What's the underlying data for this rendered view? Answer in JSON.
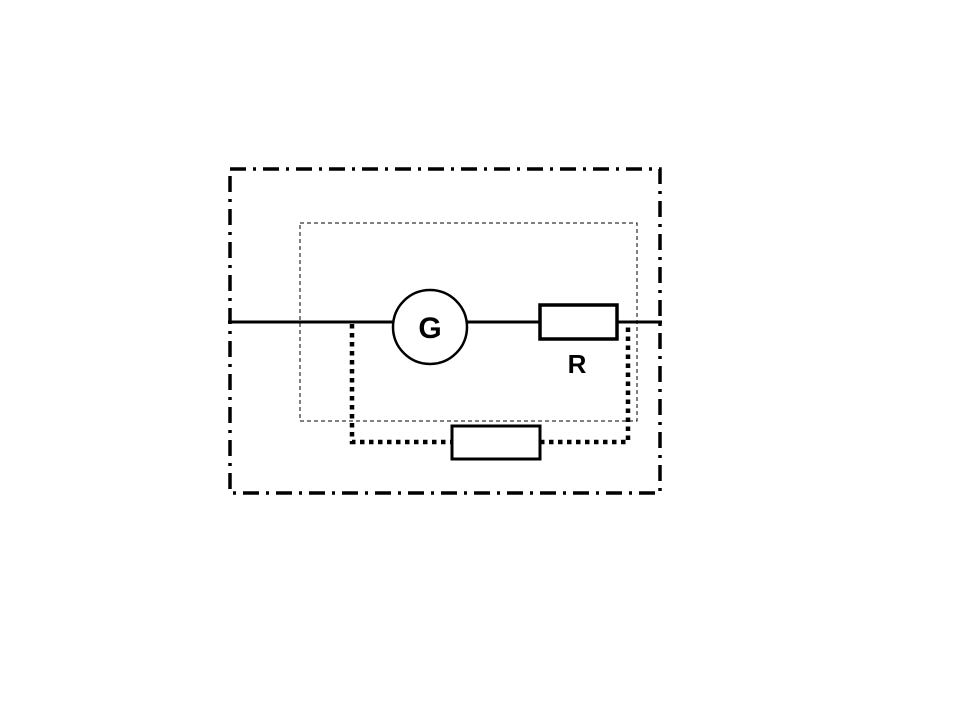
{
  "diagram": {
    "title": "generator-with-series-resistor-and-dotted-feedback-branch",
    "generator_label": "G",
    "series_resistor_label": "R",
    "colors": {
      "line": "#000000",
      "background": "#ffffff",
      "component_fill": "#ffffff"
    },
    "elements": [
      "outer-dash-dot-boundary",
      "inner-dashed-boundary",
      "main-wire",
      "generator-circle",
      "series-resistor",
      "dotted-parallel-branch",
      "branch-resistor"
    ]
  }
}
